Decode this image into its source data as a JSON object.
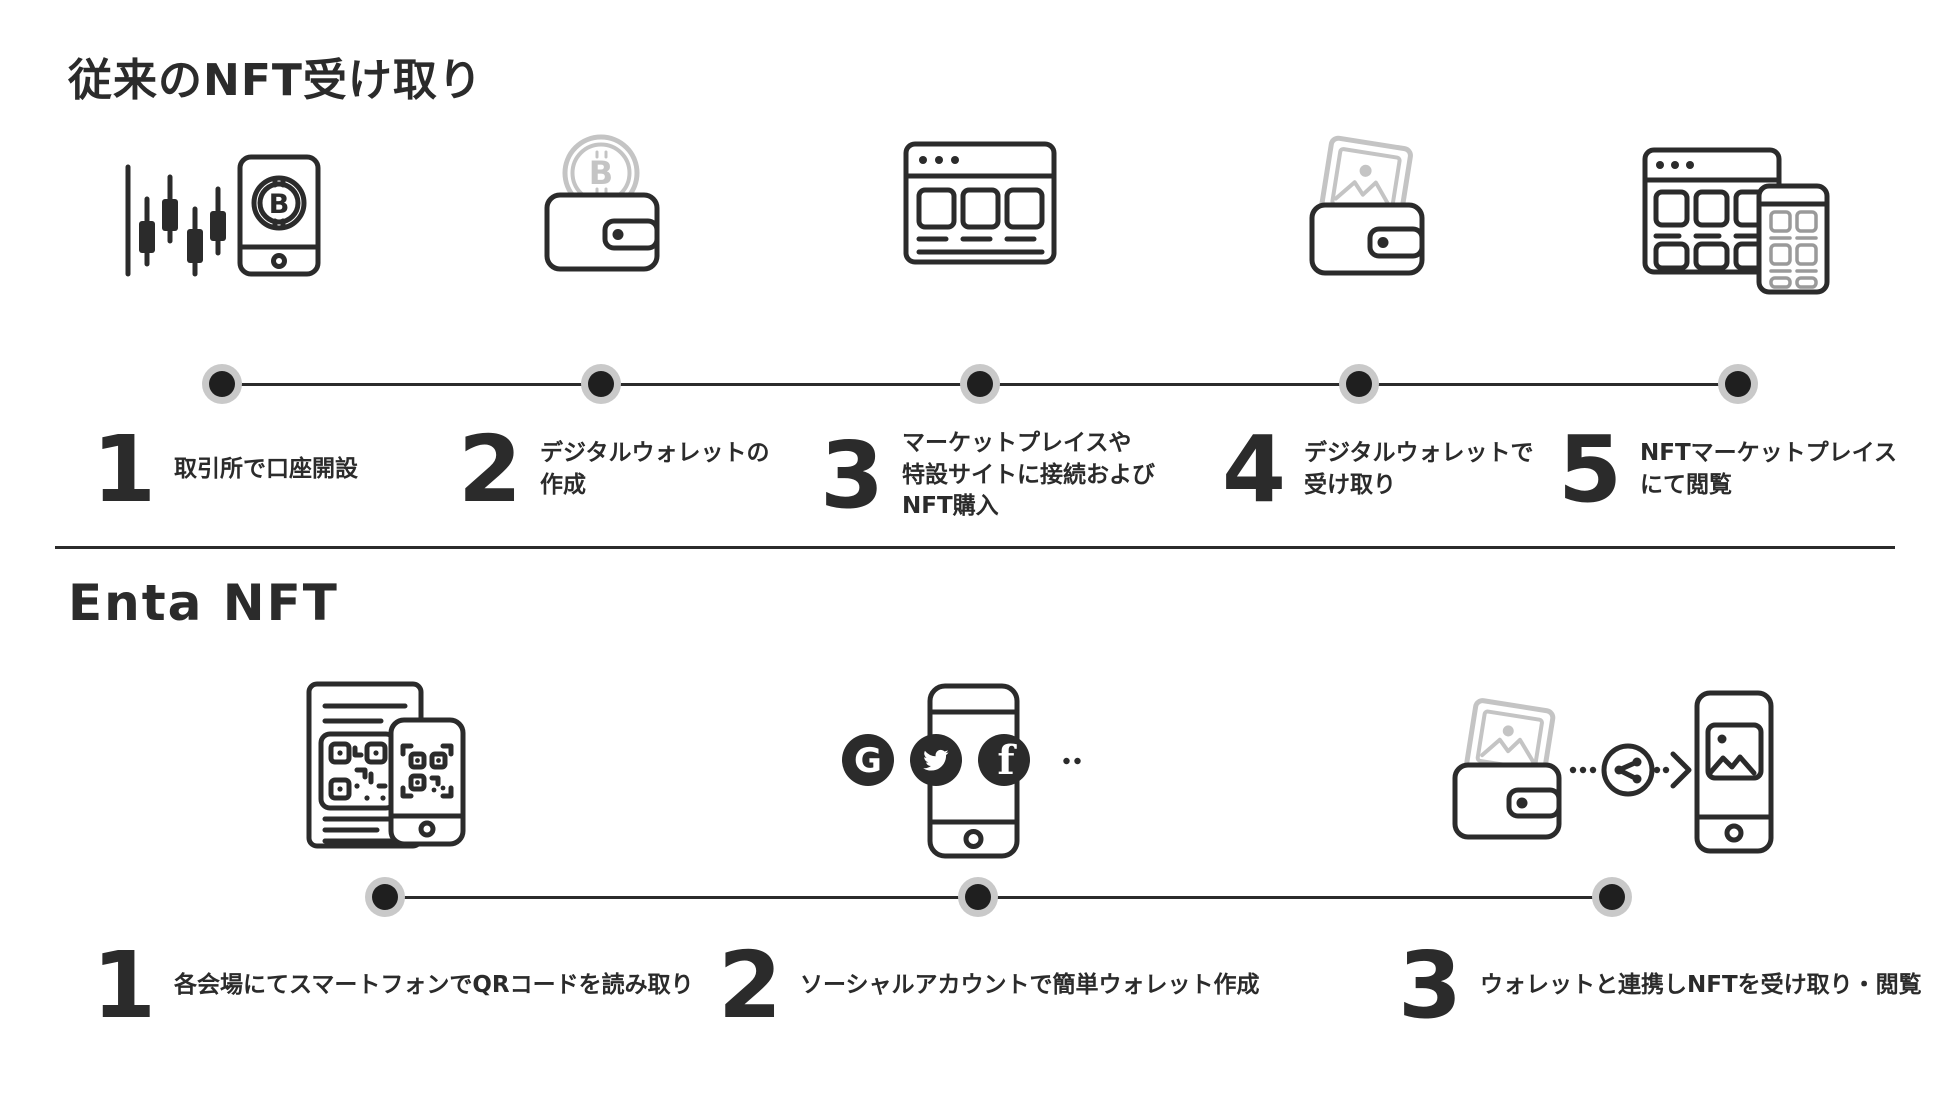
{
  "colors": {
    "ink": "#2b2b2b",
    "gray_accent": "#c4c4c4",
    "dot_outer": "#c9c9c9",
    "dot_inner": "#1f1f1f",
    "background": "#ffffff"
  },
  "sections": [
    {
      "title": "従来のNFT受け取り",
      "steps": [
        {
          "number": "1",
          "icon": "exchange-chart-bitcoin-phone-icon",
          "lines": [
            "取引所で口座開設"
          ]
        },
        {
          "number": "2",
          "icon": "bitcoin-wallet-icon",
          "lines": [
            "デジタルウォレットの",
            "作成"
          ]
        },
        {
          "number": "3",
          "icon": "marketplace-browser-icon",
          "lines": [
            "マーケットプレイスや",
            "特設サイトに接続および",
            "NFT購入"
          ]
        },
        {
          "number": "4",
          "icon": "wallet-receive-image-icon",
          "lines": [
            "デジタルウォレットで",
            "受け取り"
          ]
        },
        {
          "number": "5",
          "icon": "nft-marketplace-phone-icon",
          "lines": [
            "NFTマーケットプレイス",
            "にて閲覧"
          ]
        }
      ]
    },
    {
      "title": "Enta NFT",
      "steps": [
        {
          "number": "1",
          "icon": "qr-code-scan-icon",
          "lines": [
            "各会場にてスマートフォンでQRコードを読み取り"
          ]
        },
        {
          "number": "2",
          "icon": "social-login-phone-icon",
          "lines": [
            "ソーシャルアカウントで簡単ウォレット作成"
          ]
        },
        {
          "number": "3",
          "icon": "wallet-share-phone-icon",
          "lines": [
            "ウォレットと連携しNFTを受け取り・閲覧"
          ]
        }
      ]
    }
  ]
}
